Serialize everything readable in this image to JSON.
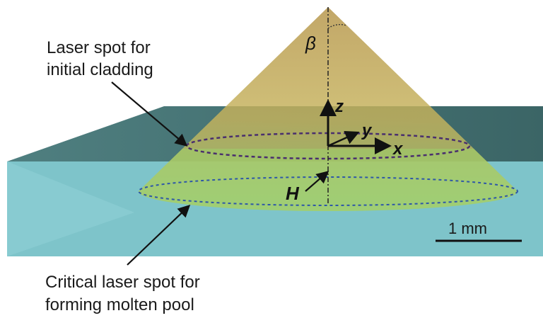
{
  "labels": {
    "laser_spot_line1": "Laser spot for",
    "laser_spot_line2": "initial cladding",
    "critical_line1": "Critical laser spot for",
    "critical_line2": "forming molten pool"
  },
  "symbols": {
    "beta": "β",
    "z": "z",
    "y": "y",
    "x": "x",
    "H": "H"
  },
  "scale_bar": {
    "label": "1 mm"
  },
  "colors": {
    "background": "#ffffff",
    "substrate_front": "#7fc6cc",
    "substrate_top": "#3f6b6b",
    "cone_upper": "#c9ad55",
    "cone_lower": "#9cc86a",
    "dashed_ring_upper": "#5a3a7a",
    "dashed_ring_lower": "#3a5aa0",
    "axes": "#111111"
  }
}
